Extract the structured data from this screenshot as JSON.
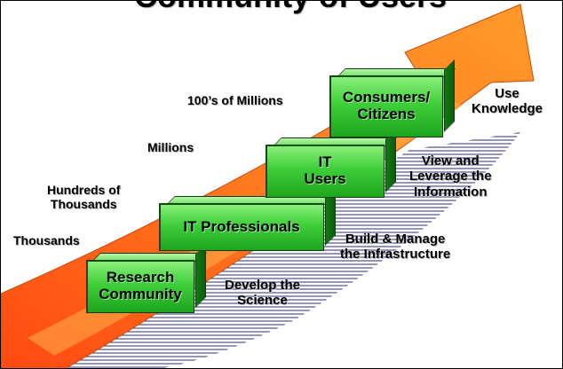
{
  "diagram": {
    "title_fragment": "Community of Users",
    "audience_sizes": [
      {
        "id": "thousands",
        "text": "Thousands"
      },
      {
        "id": "hundreds_thousands",
        "text": "Hundreds of\nThousands"
      },
      {
        "id": "millions",
        "text": "Millions"
      },
      {
        "id": "hundreds_millions",
        "text": "100’s of Millions"
      }
    ],
    "steps": [
      {
        "id": "research",
        "label": "Research\nCommunity"
      },
      {
        "id": "it_pros",
        "label": "IT Professionals"
      },
      {
        "id": "it_users",
        "label": "IT\nUsers"
      },
      {
        "id": "consumers",
        "label": "Consumers/\nCitizens"
      }
    ],
    "activities": [
      {
        "id": "develop",
        "text": "Develop the\nScience"
      },
      {
        "id": "build",
        "text": "Build & Manage\nthe Infrastructure"
      },
      {
        "id": "view",
        "text": "View and\nLeverage the\nInformation"
      },
      {
        "id": "use",
        "text": "Use\nKnowledge"
      }
    ],
    "colors": {
      "arrow_orange": "#f26a10",
      "arrow_highlight": "#ffb14d",
      "step_green": "#33c12c",
      "hatch_navy": "#1a1a66"
    }
  }
}
